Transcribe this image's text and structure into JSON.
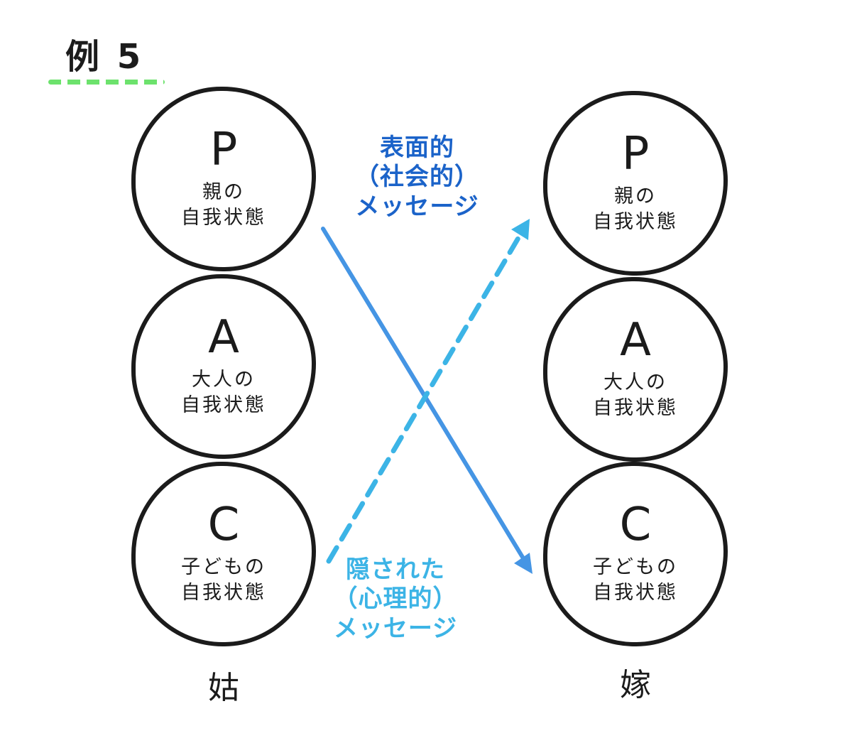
{
  "title": "例 5",
  "title_underline_color": "#6de26d",
  "diagram": {
    "left": {
      "person_label": "姑",
      "circles": [
        {
          "letter": "P",
          "line1": "親の",
          "line2": "自我状態"
        },
        {
          "letter": "A",
          "line1": "大人の",
          "line2": "自我状態"
        },
        {
          "letter": "C",
          "line1": "子どもの",
          "line2": "自我状態"
        }
      ]
    },
    "right": {
      "person_label": "嫁",
      "circles": [
        {
          "letter": "P",
          "line1": "親の",
          "line2": "自我状態"
        },
        {
          "letter": "A",
          "line1": "大人の",
          "line2": "自我状態"
        },
        {
          "letter": "C",
          "line1": "子どもの",
          "line2": "自我状態"
        }
      ]
    },
    "arrows": [
      {
        "id": "surface-social-message",
        "style": "solid",
        "color": "#4595e4",
        "label_color": "#1b63c9",
        "label_line1": "表面的",
        "label_line2": "（社会的）",
        "label_line3": "メッセージ"
      },
      {
        "id": "hidden-psychological-message",
        "style": "dashed",
        "color": "#3cb4e6",
        "label_color": "#3cb4e6",
        "label_line1": "隠された",
        "label_line2": "（心理的）",
        "label_line3": "メッセージ"
      }
    ]
  }
}
